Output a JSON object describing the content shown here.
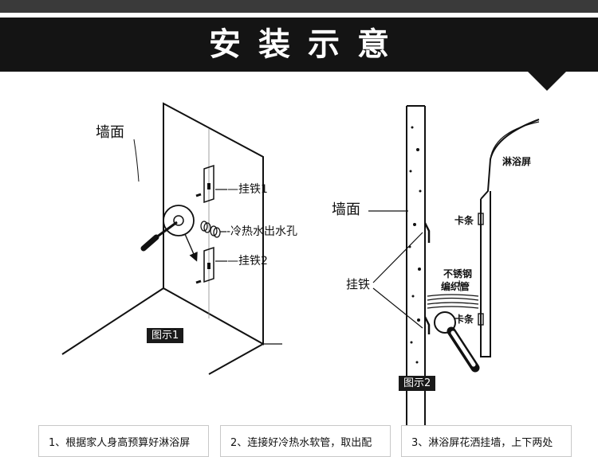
{
  "banner": {
    "title": "安装示意"
  },
  "figure1": {
    "wall_label": "墙面",
    "bracket_top_label": "—挂铁1",
    "water_holes_label": "-冷热水出水孔",
    "bracket_bottom_label": "—挂铁2",
    "caption": "图示1"
  },
  "figure2": {
    "wall_label": "墙面",
    "bracket_label": "挂铁",
    "screen_label": "淋浴屏",
    "clip_top_label": "卡条",
    "clip_bottom_label": "卡条",
    "hose_label_line1": "不锈钢",
    "hose_label_line2": "编织管",
    "caption": "图示2"
  },
  "steps": [
    {
      "text": "1、根据家人身高预算好淋浴屏"
    },
    {
      "text": "2、连接好冷热水软管，取出配"
    },
    {
      "text": "3、淋浴屏花洒挂墙，上下两处"
    }
  ],
  "colors": {
    "banner_bg": "#141414",
    "topbar_bg": "#3a3a3a",
    "line": "#111111"
  }
}
